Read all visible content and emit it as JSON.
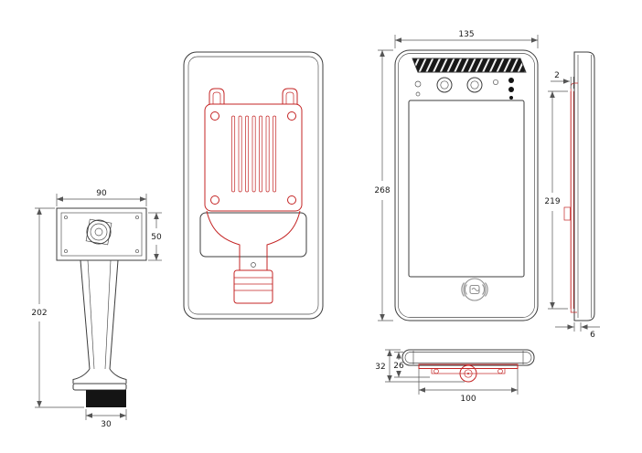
{
  "colors": {
    "outline": "#3c3c3c",
    "bracket": "#c42424",
    "dimension": "#555555",
    "grille_fill": "#181818",
    "background": "#ffffff"
  },
  "icons": {
    "contactless": "nfc-contactless-reader-icon",
    "camera_array": "camera-sensor-array",
    "speaker": "speaker-grille-hatch"
  },
  "views": {
    "stand": {
      "dims": {
        "plate_width": "90",
        "plate_height": "50",
        "total_height": "202",
        "base_width": "30"
      }
    },
    "front": {
      "dims": {
        "width": "135",
        "height": "268"
      }
    },
    "side": {
      "dims": {
        "plate_thickness": "2",
        "bracket_length": "219",
        "bottom_edge": "6"
      }
    },
    "bottom": {
      "dims": {
        "overall_depth": "32",
        "body_depth": "26",
        "bracket_width": "100"
      }
    }
  }
}
